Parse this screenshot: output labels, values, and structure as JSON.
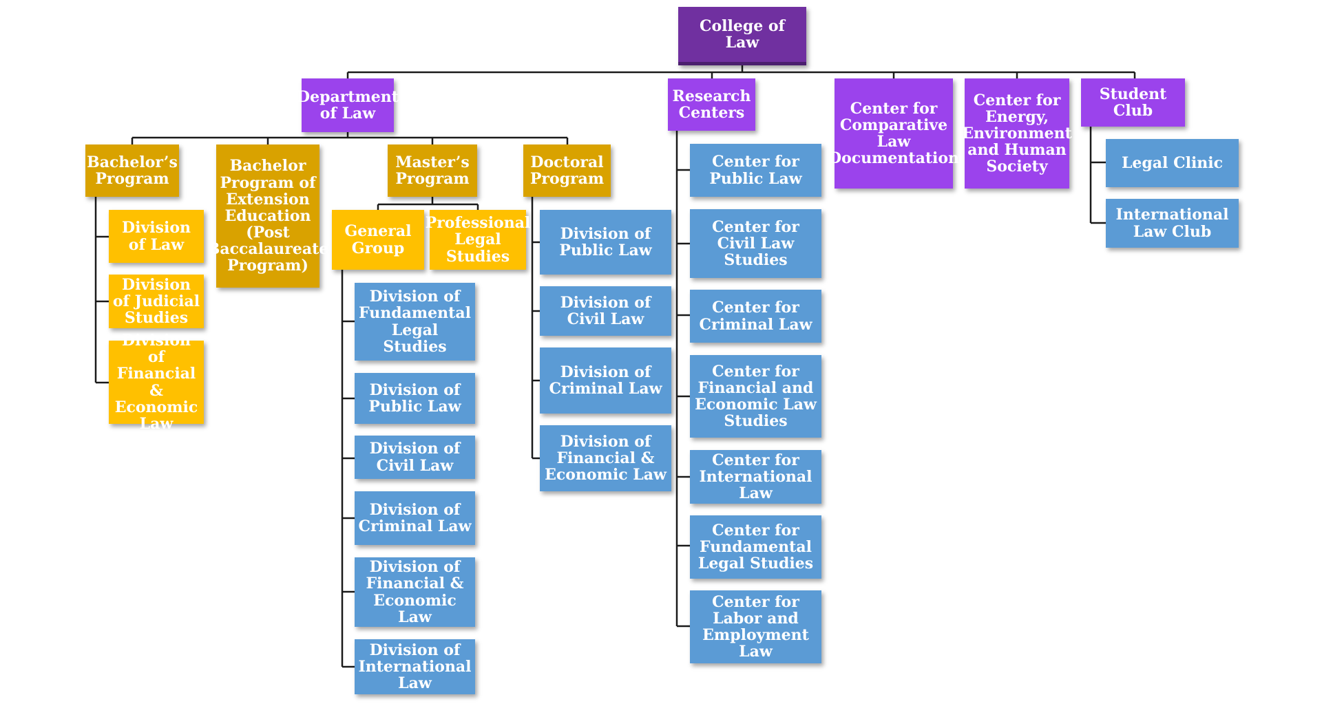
{
  "colors": {
    "root": "#7030a0",
    "unit": "#9b43ec",
    "program": "#d9a200",
    "division": "#ffc000",
    "center": "#5b9bd5",
    "connector": "#1a1a1a"
  },
  "nodes": {
    "root": "College of Law",
    "dept_law": "Department of Law",
    "research_centers": "Research Centers",
    "center_comparative": "Center for Comparative Law Documentation",
    "center_energy": "Center for Energy, Environment and Human Society",
    "student_club": "Student Club",
    "bachelor_program": "Bachelor’s Program",
    "bachelor_extension": "Bachelor Program of Extension Education (Post Baccalaureate Program)",
    "masters_program": "Master’s Program",
    "doctoral_program": "Doctoral Program",
    "b_div_law": "Division of Law",
    "b_div_judicial": "Division of Judicial Studies",
    "b_div_financial": "Division of Financial & Economic Law",
    "general_group": "General Group",
    "professional_legal": "Professional Legal Studies",
    "g_div_fundamental": "Division of Fundamental Legal Studies",
    "g_div_public": "Division of Public Law",
    "g_div_civil": "Division of Civil Law",
    "g_div_criminal": "Division of Criminal Law",
    "g_div_financial": "Division of Financial & Economic Law",
    "g_div_international": "Division of International Law",
    "d_div_public": "Division of Public Law",
    "d_div_civil": "Division of Civil Law",
    "d_div_criminal": "Division of Criminal Law",
    "d_div_financial": "Division of Financial & Economic Law",
    "rc_public": "Center for Public Law",
    "rc_civil": "Center for Civil Law Studies",
    "rc_criminal": "Center for Criminal Law",
    "rc_financial": "Center for Financial and Economic Law Studies",
    "rc_international": "Center for International Law",
    "rc_fundamental": "Center for Fundamental Legal Studies",
    "rc_labor": "Center for Labor and Employment Law",
    "legal_clinic": "Legal Clinic",
    "intl_law_club": "International Law Club"
  }
}
